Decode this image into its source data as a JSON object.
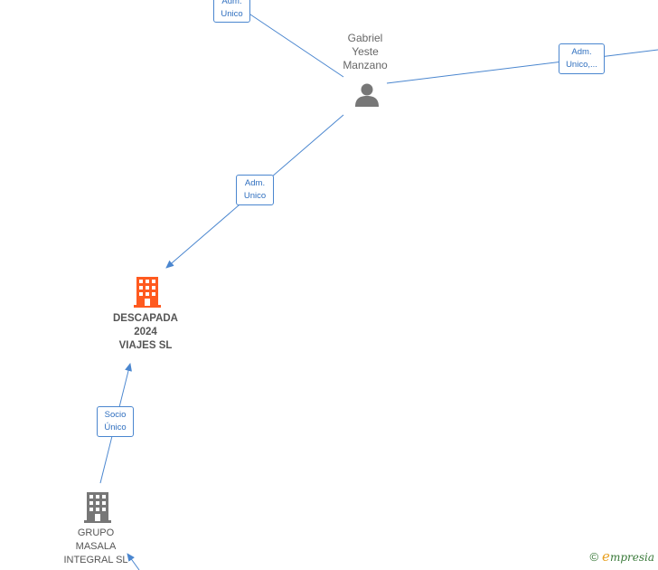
{
  "nodes": {
    "person": {
      "lines": [
        "Gabriel",
        "Yeste",
        "Manzano"
      ]
    },
    "company_main": {
      "lines": [
        "DESCAPADA",
        "2024",
        "VIAJES  SL"
      ],
      "color": "#ff5a1f"
    },
    "company_parent": {
      "lines": [
        "GRUPO",
        "MASALA",
        "INTEGRAL SL"
      ],
      "color": "#777777"
    }
  },
  "edges": {
    "top_left": {
      "lines": [
        "Adm.",
        "Unico"
      ]
    },
    "right": {
      "lines": [
        "Adm.",
        "Unico,..."
      ]
    },
    "person_to_main": {
      "lines": [
        "Adm.",
        "Unico"
      ]
    },
    "parent_to_main": {
      "lines": [
        "Socio",
        "Único"
      ]
    }
  },
  "colors": {
    "edge": "#4a86cf",
    "person_icon": "#777777"
  },
  "branding": {
    "copyright": "©",
    "brand_initial": "e",
    "brand_rest": "mpresia"
  }
}
